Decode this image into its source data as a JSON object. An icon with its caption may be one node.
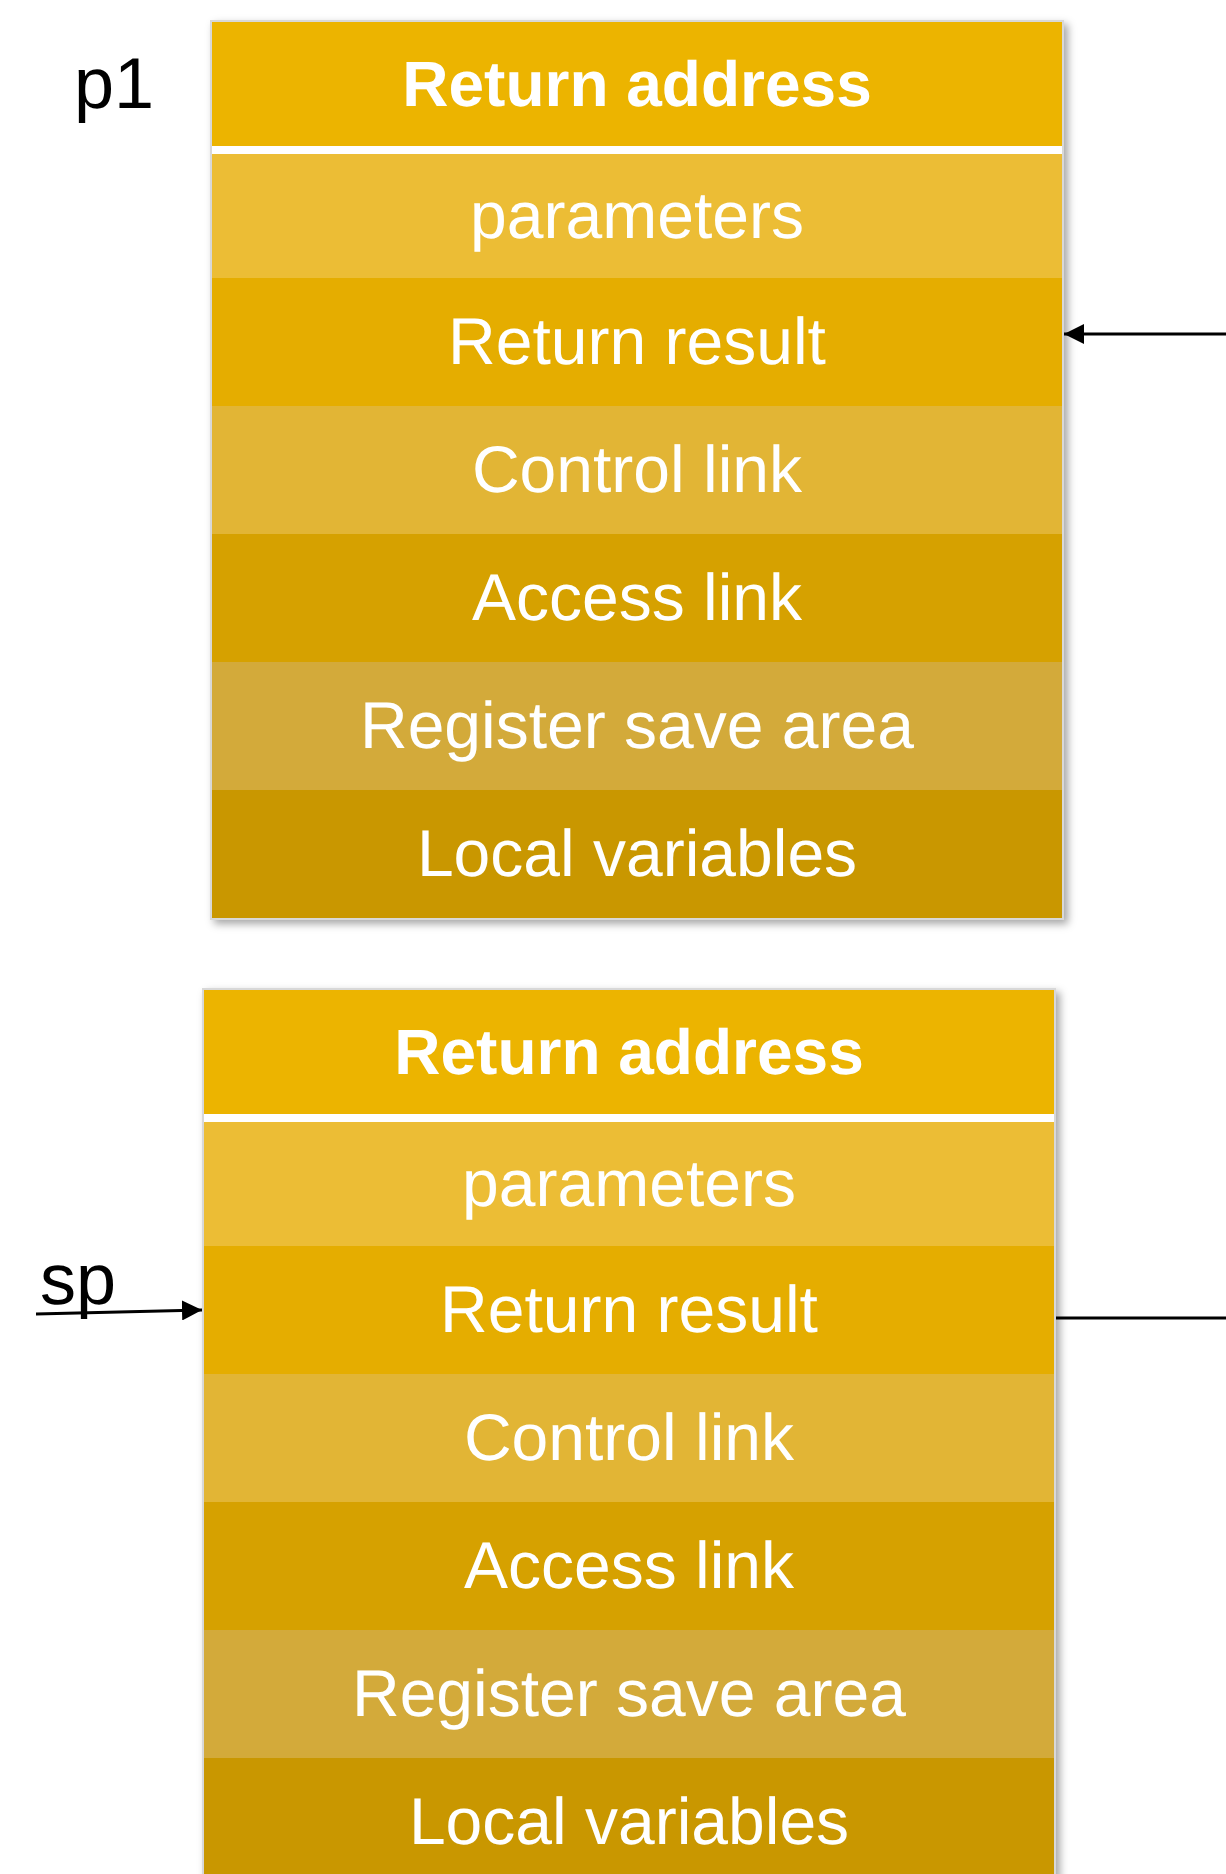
{
  "diagram": {
    "nodes": [
      {
        "text": [
          "Return address"
        ]
      },
      {
        "text": [
          "parameters"
        ]
      },
      {
        "text": [
          "Return result"
        ]
      },
      {
        "text": [
          "Control link"
        ]
      },
      {
        "text": [
          "Access link"
        ]
      },
      {
        "text": [
          "Register save area"
        ]
      },
      {
        "text": [
          "Local variables"
        ]
      },
      {
        "text": [
          "Return address"
        ]
      },
      {
        "text": [
          "parameters"
        ]
      },
      {
        "text": [
          "Return result"
        ]
      },
      {
        "text": [
          "Control link"
        ]
      },
      {
        "text": [
          "Access link"
        ]
      },
      {
        "text": [
          "Register save area"
        ]
      },
      {
        "text": [
          "Local variables"
        ]
      },
      {
        "text": [
          "sp"
        ]
      }
    ],
    "edges": [
      {
        "from": null,
        "to": 2,
        "arrow": "to"
      },
      {
        "from": 9,
        "to": null,
        "arrow": "none"
      },
      {
        "from": 14,
        "to": 9,
        "arrow": "to"
      }
    ],
    "labels": [
      "p1"
    ]
  }
}
